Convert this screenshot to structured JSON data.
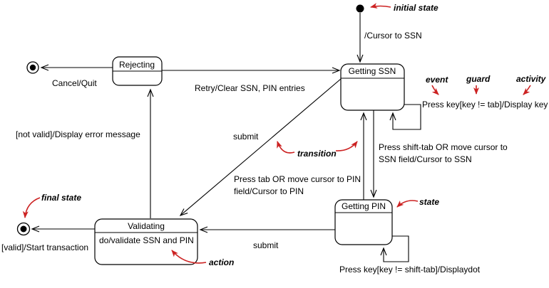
{
  "states": {
    "getting_ssn": {
      "title": "Getting SSN"
    },
    "getting_pin": {
      "title": "Getting PIN"
    },
    "rejecting": {
      "title": "Rejecting"
    },
    "validating": {
      "title": "Validating",
      "internal_activity": "do/validate SSN and PIN"
    }
  },
  "transitions": {
    "initial_to_ssn": "/Cursor to SSN",
    "rejecting_to_final": "Cancel/Quit",
    "rejecting_to_ssn": "Retry/Clear SSN, PIN entries",
    "ssn_self": "Press key[key != tab]/Display key",
    "ssn_to_pin_line1": "Press tab OR move cursor to PIN",
    "ssn_to_pin_line2": "field/Cursor to PIN",
    "pin_to_ssn_line1": "Press shift-tab OR move cursor to",
    "pin_to_ssn_line2": "SSN field/Cursor to SSN",
    "pin_self": "Press key[key != shift-tab]/Displaydot",
    "ssn_to_validating": "submit",
    "pin_to_validating": "submit",
    "validating_to_rejecting": "[not valid]/Display error message",
    "validating_to_final": "[valid]/Start transaction"
  },
  "annotations": {
    "initial_state": "initial state",
    "final_state": "final state",
    "state": "state",
    "transition": "transition",
    "action": "action",
    "event": "event",
    "guard": "guard",
    "activity": "activity"
  },
  "colors": {
    "annotation_text": "#1b1b8e",
    "annotation_arrow": "#cc2222",
    "line": "#000000",
    "background": "#ffffff"
  }
}
